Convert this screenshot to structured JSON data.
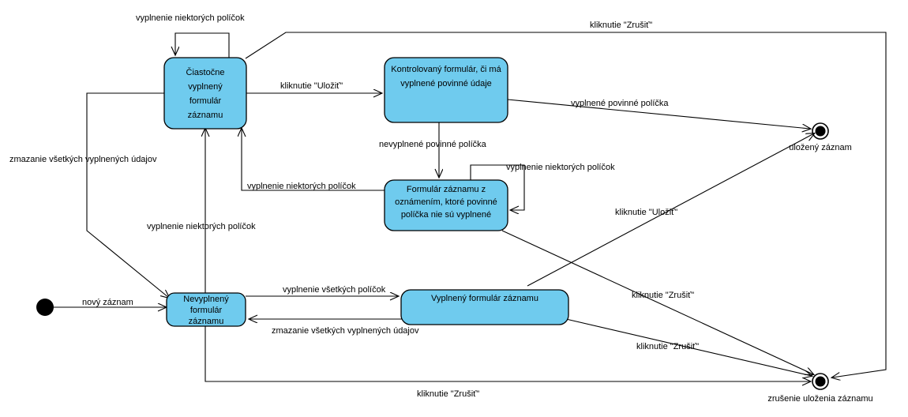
{
  "diagram": {
    "title": "Stavový diagram formulára záznamu",
    "type": "uml-state-machine",
    "language": "sk",
    "colors": {
      "state_fill": "#6FCBEE",
      "stroke": "#000000",
      "background": "#FFFFFF"
    }
  },
  "states": [
    {
      "id": "partial",
      "name": "ciastocne-vyplneny-formular",
      "lines": [
        "Čiastočne",
        "vyplnený",
        "formulár",
        "záznamu"
      ],
      "text": "Čiastočne vyplnený formulár záznamu"
    },
    {
      "id": "checked",
      "name": "kontrolovany-formular",
      "lines": [
        "Kontrolovaný formulár, či má",
        "vyplnené povinné údaje"
      ],
      "text": "Kontrolovaný formulár, či má vyplnené povinné údaje"
    },
    {
      "id": "notice",
      "name": "formular-s-oznamenim",
      "lines": [
        "Formulár záznamu z",
        "oznámením, ktoré povinné",
        "políčka nie sú vyplnené"
      ],
      "text": "Formulár záznamu z oznámením, ktoré povinné políčka nie sú vyplnené"
    },
    {
      "id": "empty",
      "name": "nevyplneny-formular",
      "lines": [
        "Nevyplnený",
        "formulár",
        "záznamu"
      ],
      "text": "Nevyplnený formulár záznamu"
    },
    {
      "id": "filled",
      "name": "vyplneny-formular",
      "lines": [
        "Vyplnený formulár záznamu"
      ],
      "text": "Vyplnený formulár záznamu"
    }
  ],
  "terminals": [
    {
      "id": "start",
      "kind": "initial",
      "label": ""
    },
    {
      "id": "saved",
      "kind": "final",
      "label": "uložený záznam"
    },
    {
      "id": "cancelled",
      "kind": "final",
      "label": "zrušenie uloženia záznamu"
    }
  ],
  "transitions": [
    {
      "id": "t1",
      "from": "partial",
      "to": "partial",
      "label": "vyplnenie niektorých políčok"
    },
    {
      "id": "t2",
      "from": "partial",
      "to": "checked",
      "label": "kliknutie \"Uložiť\""
    },
    {
      "id": "t3",
      "from": "partial",
      "to": "cancelled",
      "label": "kliknutie \"Zrušiť\""
    },
    {
      "id": "t4",
      "from": "checked",
      "to": "saved",
      "label": "vyplnené povinné políčka"
    },
    {
      "id": "t5",
      "from": "checked",
      "to": "notice",
      "label": "nevyplnené povinné políčka"
    },
    {
      "id": "t6",
      "from": "notice",
      "to": "notice",
      "label": "vyplnenie niektorých políčok"
    },
    {
      "id": "t7",
      "from": "notice",
      "to": "partial",
      "label": "vyplnenie niektorých políčok"
    },
    {
      "id": "t8",
      "from": "notice",
      "to": "cancelled",
      "label": "kliknutie \"Zrušiť\""
    },
    {
      "id": "t9",
      "from": "partial",
      "to": "empty",
      "label": "zmazanie všetkých vyplnených údajov"
    },
    {
      "id": "t10",
      "from": "empty",
      "to": "partial",
      "label": "vyplnenie niektorých políčok"
    },
    {
      "id": "t11",
      "from": "start",
      "to": "empty",
      "label": "nový záznam"
    },
    {
      "id": "t12",
      "from": "empty",
      "to": "filled",
      "label": "vyplnenie všetkých políčok"
    },
    {
      "id": "t13",
      "from": "filled",
      "to": "empty",
      "label": "zmazanie všetkých vyplnených údajov"
    },
    {
      "id": "t14",
      "from": "filled",
      "to": "saved",
      "label": "kliknutie \"Uložiť\""
    },
    {
      "id": "t15",
      "from": "filled",
      "to": "cancelled",
      "label": "kliknutie \"Zrušiť\""
    },
    {
      "id": "t16",
      "from": "empty",
      "to": "cancelled",
      "label": "kliknutie \"Zrušiť\""
    }
  ],
  "labels": {
    "l_top_selfloop": "vyplnenie niektorých políčok",
    "l_save_top": "kliknutie \"Uložiť\"",
    "l_cancel_top": "kliknutie \"Zrušiť\"",
    "l_required_filled": "vyplnené povinné políčka",
    "l_saved_record": "uložený záznam",
    "l_required_missing": "nevyplnené povinné políčka",
    "l_notice_selfloop": "vyplnenie niektorých políčok",
    "l_some_fields_mid": "vyplnenie niektorých políčok",
    "l_erase_all_left": "zmazanie všetkých vyplnených údajov",
    "l_some_fields_low": "vyplnenie niektorých políčok",
    "l_new_record": "nový záznam",
    "l_all_fields": "vyplnenie všetkých políčok",
    "l_erase_all_bottom": "zmazanie všetkých vyplnených údajov",
    "l_save_right": "kliknutie \"Uložiť\"",
    "l_cancel_right_mid": "kliknutie \"Zrušiť\"",
    "l_cancel_right_low": "kliknutie \"Zrušiť\"",
    "l_cancel_bottom": "kliknutie \"Zrušiť\"",
    "l_cancel_record": "zrušenie uloženia záznamu"
  }
}
